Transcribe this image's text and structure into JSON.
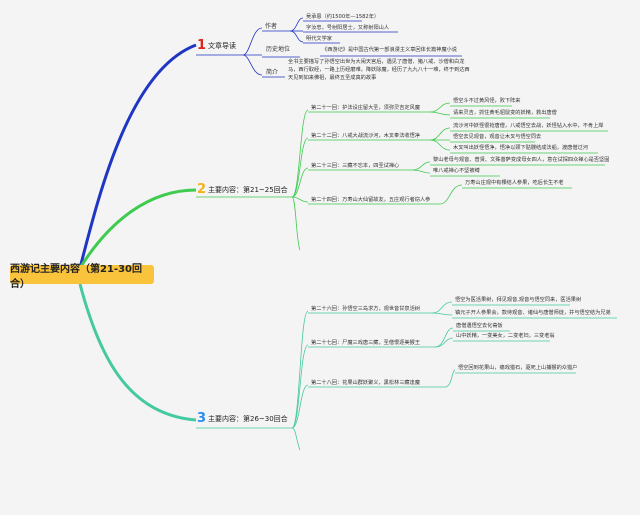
{
  "root": {
    "title": "西游记主要内容（第21-30回合）"
  },
  "colors": {
    "branch1": "#1f36c2",
    "branch2": "#3ecb4f",
    "branch3": "#45c9a0",
    "root_fill": "#f9c43b",
    "num1": "#d9261c",
    "num2": "#f3b21a",
    "num3": "#2a8cf0"
  },
  "branches": [
    {
      "number": "1",
      "label": "文章导读",
      "children": [
        {
          "label": "作者",
          "items": [
            "吴承恩（约1500年—1582年）",
            "字汝忠，号射阳居士，又称射阳山人",
            "明代文学家"
          ]
        },
        {
          "label": "历史地位",
          "items": [
            "《西游记》是中国古代第一部浪漫主义章回体长篇神魔小说"
          ]
        },
        {
          "label": "简介",
          "items": [
            "全书主要描写了孙悟空出世为大闹天宫后，遇见了唐僧、猪八戒、沙僧和白龙",
            "马，西行取经，一路上历经磨难，降妖除魔，经历了九九八十一难，终于到达西",
            "天见到如来佛祖，最终五圣成真的故事"
          ]
        }
      ]
    },
    {
      "number": "2",
      "label": "主要内容：第21~25回合",
      "children": [
        {
          "label": "第二十一回：护法设庄留大圣，须弥灵吉定风魔",
          "items": [
            "悟空斗不过黄风怪，败下阵来",
            "请来灵吉，抓住黄毛貂鼠变的妖精，救出唐僧"
          ]
        },
        {
          "label": "第二十二回：八戒大战流沙河，木叉奉法收悟净",
          "items": [
            "流沙河中妖怪很抢唐僧，八戒悟空去战，妖怪钻入水中，不肯上岸",
            "悟空去见观音，观音让木叉与悟空同去",
            "木叉叫出妖怪悟净，悟净以颈下骷髅结成法船，渡唐僧过河"
          ]
        },
        {
          "label": "第二十三回：三藏不忘本，四圣试禅心",
          "items": [
            "黎山老母与观音、普贤、文殊菩萨变成母女四人，意在试探四众禅心是否坚固",
            "唯八戒禅心不坚被缚"
          ]
        },
        {
          "label": "第二十四回：万寿山大仙留故友，五庄观行者窃人参",
          "items": [
            "万寿山庄观中有棵结人参果，吃后长生不老"
          ]
        }
      ]
    },
    {
      "number": "3",
      "label": "主要内容：第26~30回合",
      "children": [
        {
          "label": "第二十六回：孙悟空三岛求方，观世音甘泉活树",
          "items": [
            "悟空为医活果树，拜见观音,观音与悟空同来，医活果树",
            "镇元子开人参果会，款待观音、诸仙与唐僧师徒，并与悟空结为兄弟"
          ]
        },
        {
          "label": "第二十七回：尸魔三戏唐三藏，圣僧恨逐美猴王",
          "items": [
            "唐僧遇悟空去化斋饭",
            "山中妖精，一变美女，二变老妇，三变老翁"
          ]
        },
        {
          "label": "第二十八回：花果山群妖聚义，黑松林三藏逢魔",
          "items": [
            "悟空回到花果山，痛戏猎石，驱死上山捕猴的众猎户"
          ]
        }
      ]
    }
  ]
}
